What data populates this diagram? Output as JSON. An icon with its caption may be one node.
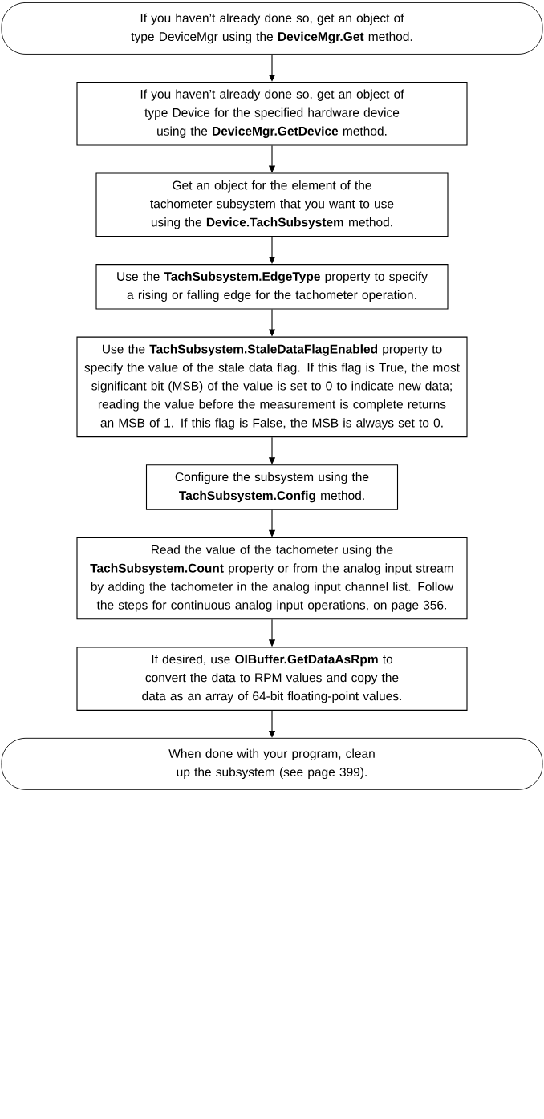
{
  "diagram": {
    "nodes": [
      {
        "text": [
          "If you haven’t already done so, get an object of type DeviceMgr using the **DeviceMgr.Get** method."
        ]
      },
      {
        "text": [
          "If you haven’t already done so, get an object of type Device for the specified hardware device using the **DeviceMgr.GetDevice** method."
        ]
      },
      {
        "text": [
          "Get an object for the element of the tachometer subsystem that you want to use using the **Device.TachSubsystem** method."
        ]
      },
      {
        "text": [
          "Use the **TachSubsystem.EdgeType** property to specify a rising or falling edge for the tachometer operation."
        ]
      },
      {
        "text": [
          "Use the **TachSubsystem.StaleDataFlagEnabled** property to specify the value of the stale data flag. If this flag is True, the most significant bit (MSB) of the value is set to 0 to indicate new data; reading the value before the measurement is complete returns an MSB of 1. If this flag is False, the MSB is always set to 0."
        ]
      },
      {
        "text": [
          "Configure the subsystem using the **TachSubsystem.Config** method."
        ]
      },
      {
        "text": [
          "Read the value of the tachometer using the **TachSubsystem.Count** property or from the analog input stream by adding the tachometer in the analog input channel list. Follow the steps for continuous analog input operations, on page 356."
        ]
      },
      {
        "text": [
          "If desired, use **OlBuffer.GetDataAsRpm** to convert the data to RPM values and copy the data as an array of 64-bit floating-point values."
        ]
      },
      {
        "text": [
          "When done with your program, clean up the subsystem (see page 399)."
        ]
      }
    ],
    "edges": [
      {
        "from": 0,
        "to": 1,
        "arrow": "to"
      },
      {
        "from": 1,
        "to": 2,
        "arrow": "to"
      },
      {
        "from": 2,
        "to": 3,
        "arrow": "to"
      },
      {
        "from": 3,
        "to": 4,
        "arrow": "to"
      },
      {
        "from": 4,
        "to": 5,
        "arrow": "to"
      },
      {
        "from": 5,
        "to": 6,
        "arrow": "to"
      },
      {
        "from": 6,
        "to": 7,
        "arrow": "to"
      },
      {
        "from": 7,
        "to": 8,
        "arrow": "to"
      }
    ]
  }
}
